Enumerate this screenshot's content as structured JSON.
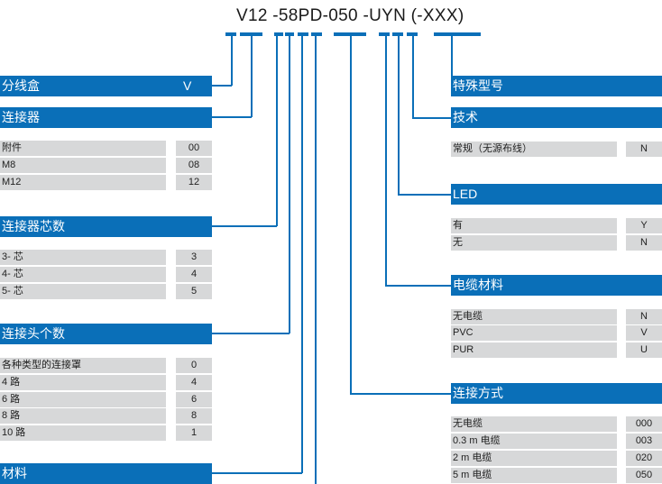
{
  "title": "V12 -58PD-050 -UYN (-XXX)",
  "colors": {
    "accent": "#0a6fb8",
    "row_bg": "#d7d8d9"
  },
  "left": {
    "box": {
      "label": "分线盒",
      "code": "V"
    },
    "connector": {
      "label": "连接器",
      "rows": [
        {
          "name": "附件",
          "code": "00"
        },
        {
          "name": "M8",
          "code": "08"
        },
        {
          "name": "M12",
          "code": "12"
        }
      ]
    },
    "cores": {
      "label": "连接器芯数",
      "rows": [
        {
          "name": "3- 芯",
          "code": "3"
        },
        {
          "name": "4- 芯",
          "code": "4"
        },
        {
          "name": "5- 芯",
          "code": "5"
        }
      ]
    },
    "heads": {
      "label": "连接头个数",
      "rows": [
        {
          "name": "各种类型的连接罩",
          "code": "0"
        },
        {
          "name": "4 路",
          "code": "4"
        },
        {
          "name": "6 路",
          "code": "6"
        },
        {
          "name": "8 路",
          "code": "8"
        },
        {
          "name": "10 路",
          "code": "1"
        }
      ]
    },
    "material": {
      "label": "材料"
    }
  },
  "right": {
    "special": {
      "label": "特殊型号"
    },
    "tech": {
      "label": "技术",
      "rows": [
        {
          "name": "常规（无源布线）",
          "code": "N"
        }
      ]
    },
    "led": {
      "label": "LED",
      "rows": [
        {
          "name": "有",
          "code": "Y"
        },
        {
          "name": "无",
          "code": "N"
        }
      ]
    },
    "cable_material": {
      "label": "电缆材料",
      "rows": [
        {
          "name": "无电缆",
          "code": "N"
        },
        {
          "name": "PVC",
          "code": "V"
        },
        {
          "name": "PUR",
          "code": "U"
        }
      ]
    },
    "connection": {
      "label": "连接方式",
      "rows": [
        {
          "name": "无电缆",
          "code": "000"
        },
        {
          "name": "0.3 m 电缆",
          "code": "003"
        },
        {
          "name": "2 m 电缆",
          "code": "020"
        },
        {
          "name": "5 m 电缆",
          "code": "050"
        }
      ]
    }
  }
}
